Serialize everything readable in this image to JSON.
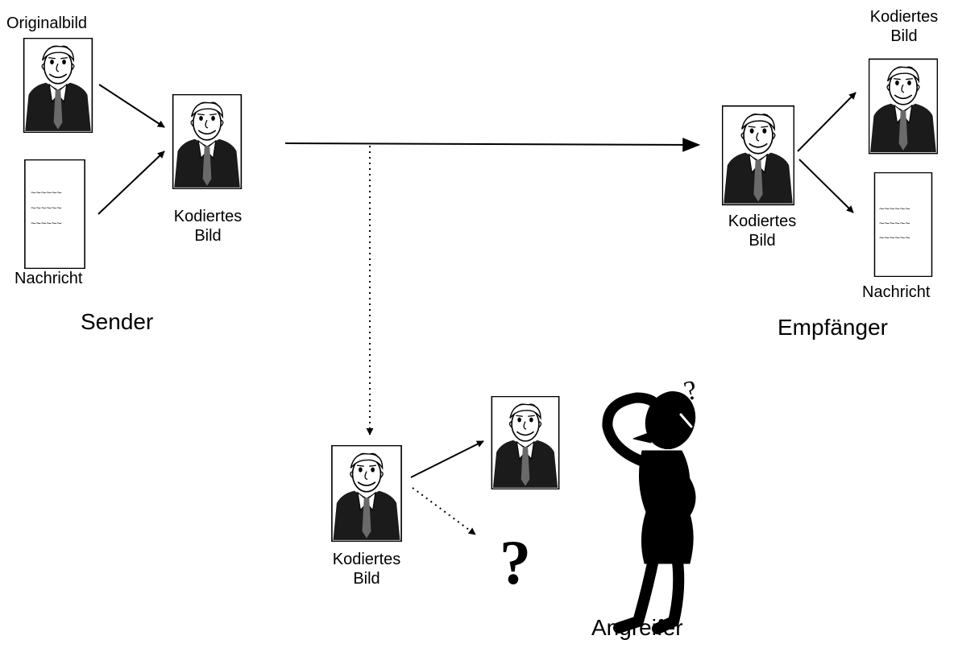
{
  "sender": {
    "original_label": "Originalbild",
    "message_label": "Nachricht",
    "encoded_label_line1": "Kodiertes",
    "encoded_label_line2": "Bild",
    "title": "Sender"
  },
  "receiver": {
    "encoded_label_line1": "Kodiertes",
    "encoded_label_line2": "Bild",
    "decoded_label_line1": "Kodiertes",
    "decoded_label_line2": "Bild",
    "message_label": "Nachricht",
    "title": "Empfänger"
  },
  "attacker": {
    "encoded_label_line1": "Kodiertes",
    "encoded_label_line2": "Bild",
    "unknown_mark": "?",
    "thought_mark": "?",
    "title": "Angreifer"
  },
  "message_text_glyph": "~~~~~~"
}
